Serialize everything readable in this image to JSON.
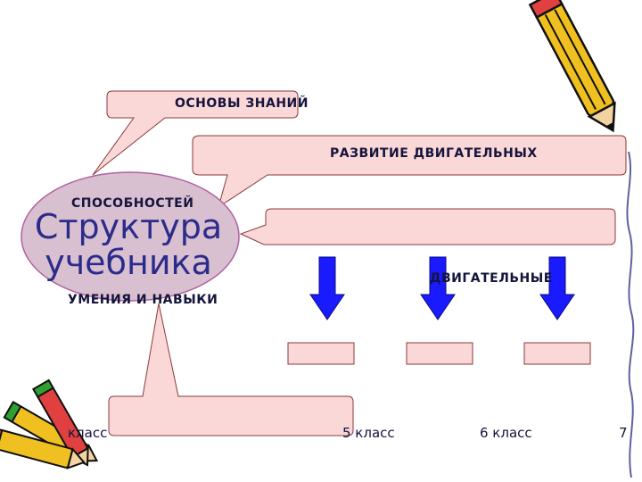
{
  "callouts": {
    "knowledge": "ОСНОВЫ ЗНАНИЙ",
    "motor_line1": "РАЗВИТИЕ ДВИГАТЕЛЬНЫХ",
    "motor_line2": "СПОСОБНОСТЕЙ",
    "skills": "УМЕНИЯ И НАВЫКИ",
    "motor_skills_partial": "ДВИГАТЕЛЬНЫЕ"
  },
  "center": {
    "line1": "Структура",
    "line2": "учебника"
  },
  "grades": {
    "g1": "класс",
    "g5": "5 класс",
    "g6": "6 класс",
    "g7": "7"
  },
  "colors": {
    "box_fill": "#fbd8d8",
    "box_stroke": "#8a3a3a",
    "ellipse_fill": "#d8c0d0",
    "ellipse_stroke": "#b060a0",
    "arrow_fill": "#1a1aff",
    "title_text": "#2b2b8c",
    "text": "#14143c"
  },
  "icons": [
    "pencil-icon",
    "pencils-icon"
  ]
}
